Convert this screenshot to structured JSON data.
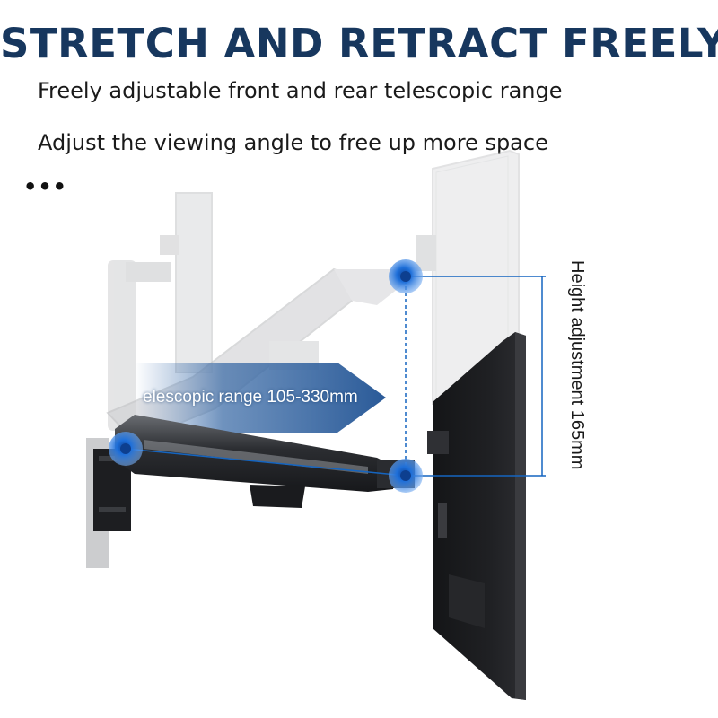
{
  "headline": "STRETCH AND RETRACT FREELY",
  "features": [
    "Freely adjustable front and rear telescopic range",
    "Adjust the viewing angle to free up more space"
  ],
  "more": "•••",
  "telescopic_label": "elescopic range 105-330mm",
  "height_label": "Height adjustment 165mm",
  "colors": {
    "headline": "#17375e",
    "accent": "#1565c0",
    "arrow": "#2f5f9a",
    "pivot": "#1e6fd9"
  },
  "icons": {
    "pivot": "pivot-joint-icon",
    "arrow": "telescopic-arrow-icon"
  }
}
